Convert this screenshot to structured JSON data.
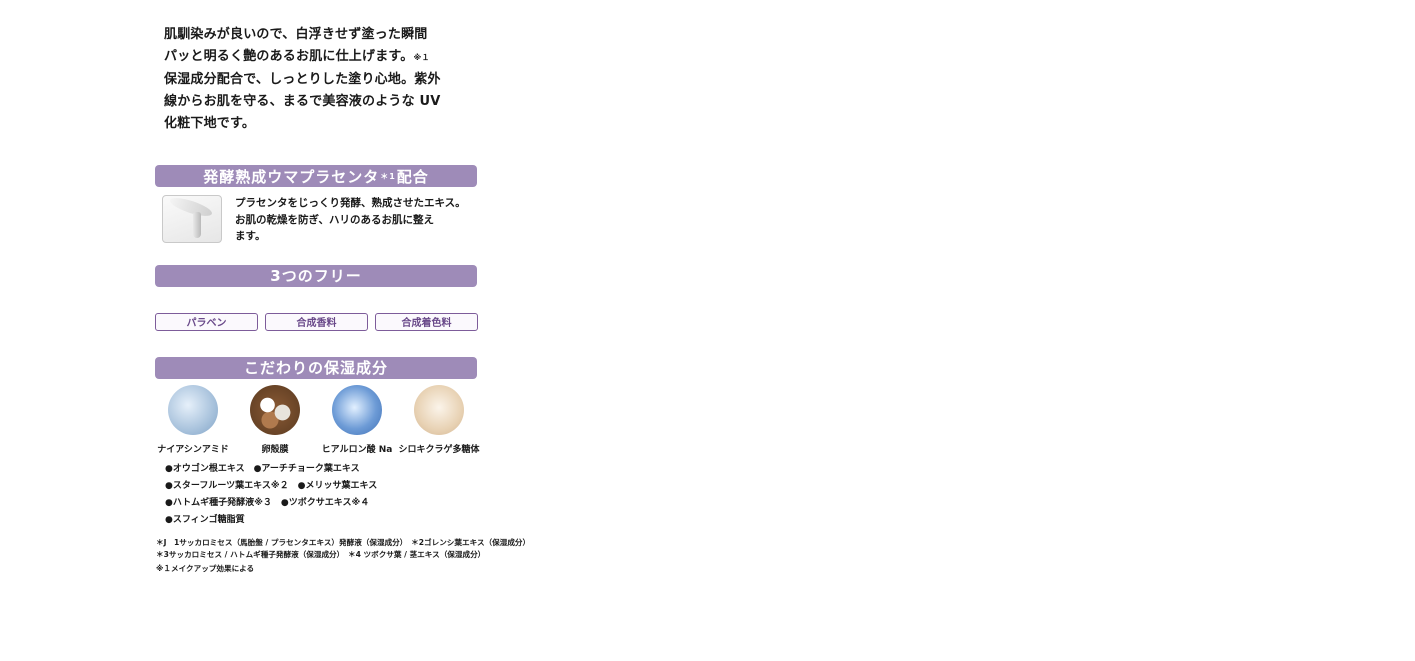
{
  "intro": {
    "lines": [
      "肌馴染みが良いので、白浮きせず塗った瞬間",
      "パッと明るく艶のあるお肌に仕上げます。",
      "保湿成分配合で、しっとりした塗り心地。紫外",
      "線からお肌を守る、まるで美容液のような UV",
      "化粧下地です。"
    ],
    "mark": "※１"
  },
  "placenta_section": {
    "title_main": "発酵熟成ウマプラセンタ",
    "title_mark": "＊1",
    "title_end": "配合",
    "image_icon": "serum-drop-icon",
    "description": [
      "プラセンタをじっくり発酵、熟成させたエキス。",
      "お肌の乾燥を防ぎ、ハリのあるお肌に整え",
      "ます。"
    ]
  },
  "free_section": {
    "title": "3つのフリー",
    "tags": [
      "パラベン",
      "合成香料",
      "合成着色料"
    ]
  },
  "moisture_section": {
    "title": "こだわりの保湿成分",
    "ingredients": [
      {
        "label": "ナイアシンアミド",
        "icon": "niacinamide-image"
      },
      {
        "label": "卵殻膜",
        "icon": "eggshell-membrane-image"
      },
      {
        "label": "ヒアルロン酸 Na",
        "icon": "hyaluronic-acid-image"
      },
      {
        "label": "シロキクラゲ多糖体",
        "icon": "tremella-polysaccharide-image"
      }
    ],
    "extracts": [
      "●オウゴン根エキス　●アーチチョーク葉エキス",
      "●スターフルーツ葉エキス※２　●メリッサ葉エキス",
      "●ハトムギ種子発酵液※３　●ツボクサエキス※４",
      "●スフィンゴ糖脂質"
    ]
  },
  "footnotes": [
    "＊J　1サッカロミセス（馬胎盤 / プラセンタエキス）発酵液（保湿成分）　＊2ゴレンシ葉エキス（保湿成分）",
    "＊3サッカロミセス / ハトムギ種子発酵液（保湿成分）　＊4 ツボクサ葉 / 茎エキス（保湿成分）",
    "※１メイクアップ効果による"
  ],
  "colors": {
    "band": "#9e8bb8",
    "tag_border": "#7d5c9a",
    "tag_text": "#6a4a8a"
  }
}
